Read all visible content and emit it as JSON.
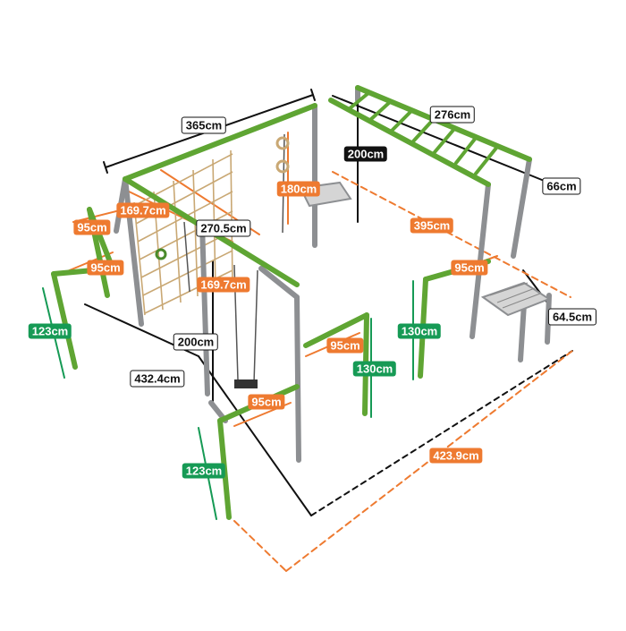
{
  "colors": {
    "frame_green": "#5fa533",
    "frame_grey": "#8d8f92",
    "net_rope": "#c9a874",
    "dim_black": "#111111",
    "dim_orange": "#ee7a30",
    "dim_green": "#169a55"
  },
  "dimensions": {
    "top_length": "365cm",
    "monkey_bar_length": "276cm",
    "main_height": "200cm",
    "monkey_bar_depth": "66cm",
    "platform_height": "180cm",
    "net_width": "169.7cm",
    "inner_width": "270.5cm",
    "bay_depth": "395cm",
    "left_bar_short": "95cm",
    "left_bar_long": "95cm",
    "right_bar": "95cm",
    "net_lower_width": "169.7cm",
    "step_depth": "64.5cm",
    "left_post_height": "123cm",
    "right_post_height": "130cm",
    "swing_height": "200cm",
    "center_bar": "95cm",
    "center_post_height": "130cm",
    "side_length": "432.4cm",
    "front_bar": "95cm",
    "front_post_height": "123cm",
    "front_length": "423.9cm"
  }
}
